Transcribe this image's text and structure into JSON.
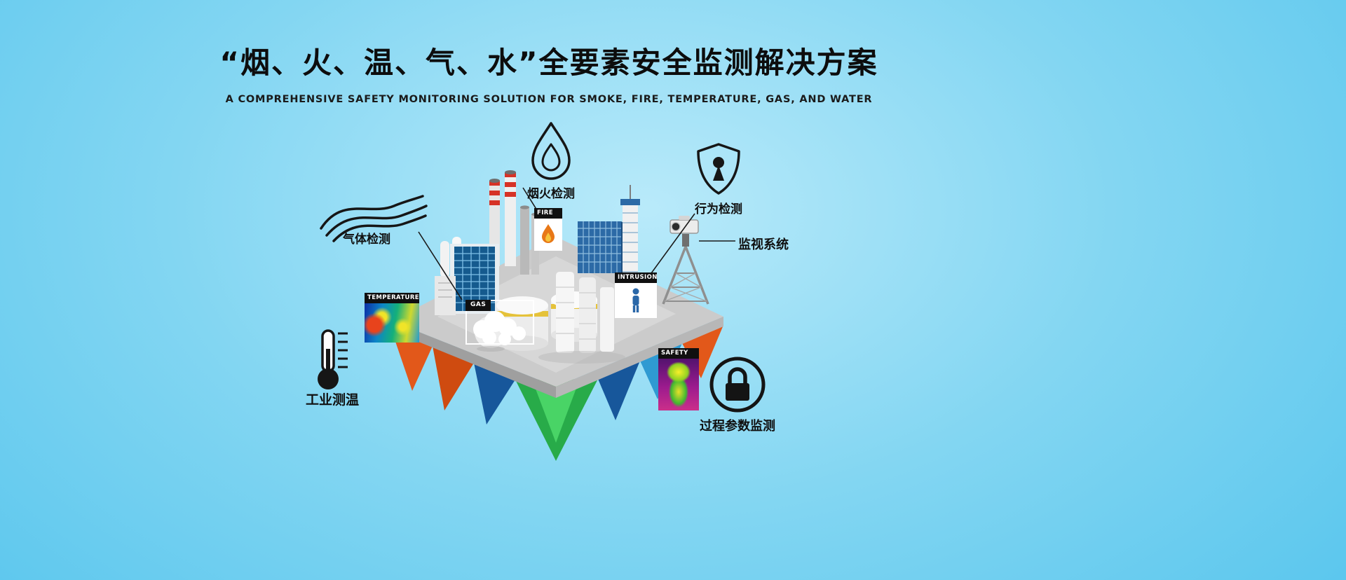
{
  "header": {
    "title": "“烟、火、温、气、水”全要素安全监测解决方案",
    "subtitle": "A COMPREHENSIVE SAFETY MONITORING SOLUTION FOR SMOKE, FIRE, TEMPERATURE, GAS, AND WATER"
  },
  "callouts": {
    "gas": {
      "label": "气体检测",
      "icon": "smoke-waves-icon"
    },
    "smoke_fire": {
      "label": "烟火检测",
      "icon": "flame-icon"
    },
    "behavior": {
      "label": "行为检测",
      "icon": "shield-keyhole-icon"
    },
    "surveillance": {
      "label": "监视系统",
      "icon": "cctv-camera-icon"
    },
    "industrial_temp": {
      "label": "工业测温",
      "icon": "thermometer-icon"
    },
    "process_params": {
      "label": "过程参数监测",
      "icon": "lock-icon"
    }
  },
  "scene_tags": {
    "temperature": "TEMPERATURE",
    "fire": "FIRE",
    "gas": "GAS",
    "intrusion": "INTRUSION",
    "safety": "SAFETY"
  },
  "colors": {
    "background_top": "#b9eafa",
    "background_bottom": "#4fc2ec",
    "title_text": "#0d0d0d",
    "island_top": "#cbcbcb",
    "island_orange": "#e2581a",
    "island_blue": "#17579b",
    "island_teal": "#2f9ad2",
    "island_green": "#28ab49",
    "tag_background": "#101010",
    "chimney_stripe": "#d63226",
    "tank_band_yellow": "#e5c23a"
  }
}
